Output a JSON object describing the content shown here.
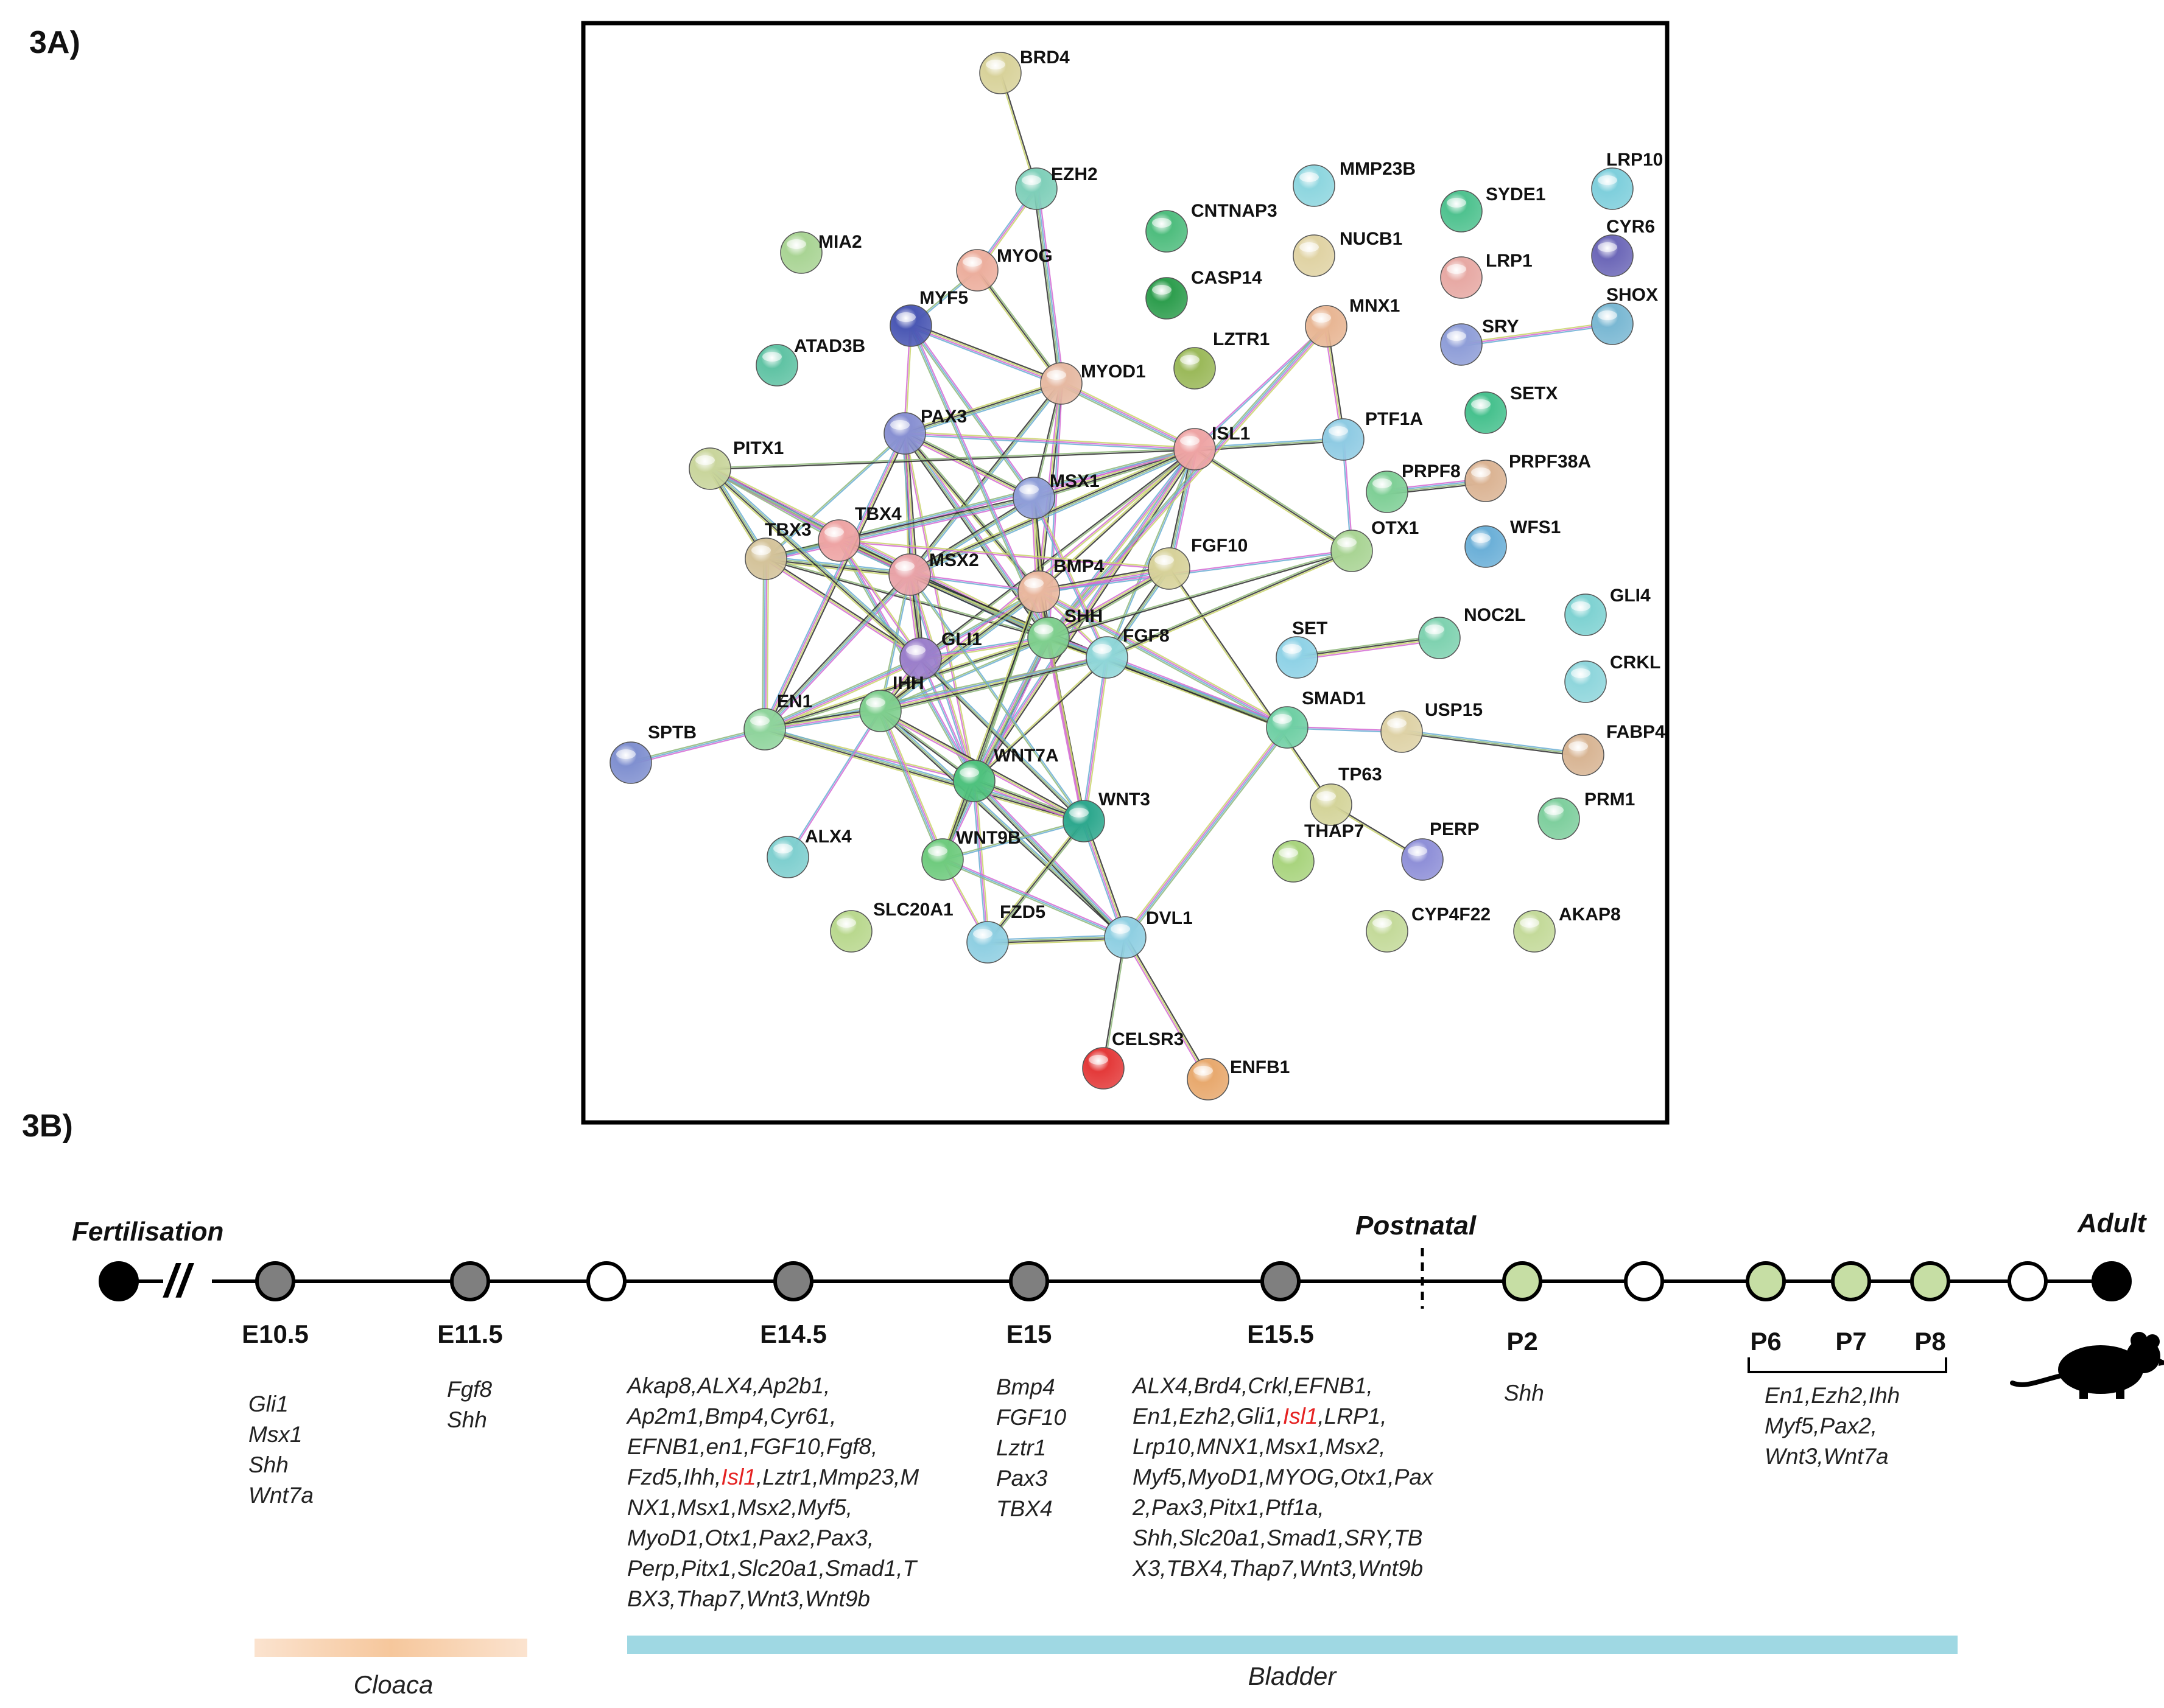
{
  "panels": {
    "a_label": "3A)",
    "b_label": "3B)"
  },
  "network": {
    "highlight_node": "ISL1",
    "highlight_color": "#e52222",
    "nodes": [
      {
        "id": "BRD4",
        "color": "#d8d29a"
      },
      {
        "id": "EZH2",
        "color": "#7fcfb9"
      },
      {
        "id": "MIA2",
        "color": "#a9d494"
      },
      {
        "id": "MYOG",
        "color": "#ecae9d"
      },
      {
        "id": "MYF5",
        "color": "#4b58b4"
      },
      {
        "id": "ATAD3B",
        "color": "#60c3a4"
      },
      {
        "id": "MYOD1",
        "color": "#e6b9a2"
      },
      {
        "id": "CNTNAP3",
        "color": "#4fbd7e"
      },
      {
        "id": "CASP14",
        "color": "#2e9e4e"
      },
      {
        "id": "MMP23B",
        "color": "#8ed6df"
      },
      {
        "id": "NUCB1",
        "color": "#e0d3a4"
      },
      {
        "id": "LZTR1",
        "color": "#9bb95a"
      },
      {
        "id": "MNX1",
        "color": "#e8b694"
      },
      {
        "id": "SYDE1",
        "color": "#4fc28f"
      },
      {
        "id": "LRP1",
        "color": "#e7a9a4"
      },
      {
        "id": "LRP10",
        "color": "#7fcfdc"
      },
      {
        "id": "CYR6",
        "color": "#6d68b8"
      },
      {
        "id": "SRY",
        "color": "#8f9ed8"
      },
      {
        "id": "SHOX",
        "color": "#7ab8d3"
      },
      {
        "id": "PAX3",
        "color": "#8890d2"
      },
      {
        "id": "PITX1",
        "color": "#c9d59c"
      },
      {
        "id": "ISL1",
        "color": "#eea4a4"
      },
      {
        "id": "PTF1A",
        "color": "#8fcbe3"
      },
      {
        "id": "SETX",
        "color": "#47c18e"
      },
      {
        "id": "PRPF8",
        "color": "#7fcf96"
      },
      {
        "id": "PRPF38A",
        "color": "#dbb494"
      },
      {
        "id": "MSX1",
        "color": "#8f9ed8"
      },
      {
        "id": "TBX4",
        "color": "#eea4a4"
      },
      {
        "id": "TBX3",
        "color": "#d4c39a"
      },
      {
        "id": "MSX2",
        "color": "#e9a3a8"
      },
      {
        "id": "BMP4",
        "color": "#e9b79e"
      },
      {
        "id": "FGF10",
        "color": "#d7d29a"
      },
      {
        "id": "OTX1",
        "color": "#a9d494"
      },
      {
        "id": "WFS1",
        "color": "#6cb0d8"
      },
      {
        "id": "GLI4",
        "color": "#7fd2d2"
      },
      {
        "id": "SHH",
        "color": "#7fcf8e"
      },
      {
        "id": "GLI1",
        "color": "#9b7fcb"
      },
      {
        "id": "FGF8",
        "color": "#8fd6d8"
      },
      {
        "id": "SET",
        "color": "#8fd2e6"
      },
      {
        "id": "NOC2L",
        "color": "#7fd2b0"
      },
      {
        "id": "CRKL",
        "color": "#8fd6dc"
      },
      {
        "id": "EN1",
        "color": "#8fd49c"
      },
      {
        "id": "IHH",
        "color": "#7fcf8e"
      },
      {
        "id": "SMAD1",
        "color": "#6fcfa4"
      },
      {
        "id": "USP15",
        "color": "#ded2a6"
      },
      {
        "id": "FABP4",
        "color": "#d8b594"
      },
      {
        "id": "SPTB",
        "color": "#8090d0"
      },
      {
        "id": "WNT7A",
        "color": "#4fc27e"
      },
      {
        "id": "TP63",
        "color": "#d4d49a"
      },
      {
        "id": "PRM1",
        "color": "#7fcf9e"
      },
      {
        "id": "WNT3",
        "color": "#2ea88e"
      },
      {
        "id": "ALX4",
        "color": "#7fcfcf"
      },
      {
        "id": "WNT9B",
        "color": "#6fcb7e"
      },
      {
        "id": "THAP7",
        "color": "#a9d47e"
      },
      {
        "id": "PERP",
        "color": "#8f90d8"
      },
      {
        "id": "SLC20A1",
        "color": "#b9d88e"
      },
      {
        "id": "FZD5",
        "color": "#8fcfe2"
      },
      {
        "id": "DVL1",
        "color": "#8fcfe2"
      },
      {
        "id": "CYP4F22",
        "color": "#c4da9a"
      },
      {
        "id": "AKAP8",
        "color": "#c4da9a"
      },
      {
        "id": "CELSR3",
        "color": "#e43a3a"
      },
      {
        "id": "ENFB1",
        "color": "#e8a96e"
      }
    ],
    "edges": [
      [
        "BRD4",
        "EZH2"
      ],
      [
        "EZH2",
        "MYOG"
      ],
      [
        "EZH2",
        "MYOD1"
      ],
      [
        "MYOG",
        "MYF5"
      ],
      [
        "MYOG",
        "MYOD1"
      ],
      [
        "MYF5",
        "MYOD1"
      ],
      [
        "MYF5",
        "PAX3"
      ],
      [
        "MYF5",
        "MSX1"
      ],
      [
        "MYOD1",
        "PAX3"
      ],
      [
        "MYOD1",
        "MSX1"
      ],
      [
        "MYOD1",
        "BMP4"
      ],
      [
        "MYOD1",
        "ISL1"
      ],
      [
        "MYOD1",
        "SHH"
      ],
      [
        "MYOD1",
        "MSX2"
      ],
      [
        "PAX3",
        "MSX1"
      ],
      [
        "PAX3",
        "MSX2"
      ],
      [
        "PAX3",
        "ISL1"
      ],
      [
        "PAX3",
        "SHH"
      ],
      [
        "PAX3",
        "TBX3"
      ],
      [
        "PAX3",
        "BMP4"
      ],
      [
        "PAX3",
        "GLI1"
      ],
      [
        "PAX3",
        "WNT7A"
      ],
      [
        "PITX1",
        "TBX4"
      ],
      [
        "PITX1",
        "TBX3"
      ],
      [
        "PITX1",
        "ISL1"
      ],
      [
        "PITX1",
        "MSX2"
      ],
      [
        "PITX1",
        "SHH"
      ],
      [
        "ISL1",
        "MNX1"
      ],
      [
        "ISL1",
        "PTF1A"
      ],
      [
        "ISL1",
        "MSX1"
      ],
      [
        "ISL1",
        "BMP4"
      ],
      [
        "ISL1",
        "SHH"
      ],
      [
        "ISL1",
        "FGF10"
      ],
      [
        "ISL1",
        "FGF8"
      ],
      [
        "ISL1",
        "OTX1"
      ],
      [
        "ISL1",
        "WNT7A"
      ],
      [
        "ISL1",
        "IHH"
      ],
      [
        "ISL1",
        "TBX3"
      ],
      [
        "ISL1",
        "MSX2"
      ],
      [
        "ISL1",
        "GLI1"
      ],
      [
        "MNX1",
        "PTF1A"
      ],
      [
        "MNX1",
        "SHH"
      ],
      [
        "PTF1A",
        "OTX1"
      ],
      [
        "MSX1",
        "MSX2"
      ],
      [
        "MSX1",
        "BMP4"
      ],
      [
        "MSX1",
        "SHH"
      ],
      [
        "MSX1",
        "FGF8"
      ],
      [
        "MSX1",
        "TBX3"
      ],
      [
        "TBX4",
        "TBX3"
      ],
      [
        "TBX4",
        "MSX2"
      ],
      [
        "TBX4",
        "SHH"
      ],
      [
        "TBX4",
        "FGF10"
      ],
      [
        "TBX4",
        "WNT7A"
      ],
      [
        "TBX3",
        "MSX2"
      ],
      [
        "TBX3",
        "SHH"
      ],
      [
        "TBX3",
        "GLI1"
      ],
      [
        "TBX3",
        "EN1"
      ],
      [
        "MSX2",
        "BMP4"
      ],
      [
        "MSX2",
        "SHH"
      ],
      [
        "MSX2",
        "GLI1"
      ],
      [
        "MSX2",
        "FGF8"
      ],
      [
        "MSX2",
        "WNT7A"
      ],
      [
        "MSX2",
        "EN1"
      ],
      [
        "MSX2",
        "IHH"
      ],
      [
        "BMP4",
        "SHH"
      ],
      [
        "BMP4",
        "FGF10"
      ],
      [
        "BMP4",
        "FGF8"
      ],
      [
        "BMP4",
        "GLI1"
      ],
      [
        "BMP4",
        "IHH"
      ],
      [
        "BMP4",
        "WNT7A"
      ],
      [
        "BMP4",
        "WNT3"
      ],
      [
        "BMP4",
        "SMAD1"
      ],
      [
        "BMP4",
        "OTX1"
      ],
      [
        "FGF10",
        "FGF8"
      ],
      [
        "FGF10",
        "SHH"
      ],
      [
        "FGF10",
        "TP63"
      ],
      [
        "SHH",
        "GLI1"
      ],
      [
        "SHH",
        "FGF8"
      ],
      [
        "SHH",
        "IHH"
      ],
      [
        "SHH",
        "EN1"
      ],
      [
        "SHH",
        "WNT7A"
      ],
      [
        "SHH",
        "WNT3"
      ],
      [
        "SHH",
        "WNT9B"
      ],
      [
        "SHH",
        "SMAD1"
      ],
      [
        "SHH",
        "OTX1"
      ],
      [
        "GLI1",
        "IHH"
      ],
      [
        "GLI1",
        "EN1"
      ],
      [
        "GLI1",
        "WNT7A"
      ],
      [
        "GLI1",
        "WNT3"
      ],
      [
        "FGF8",
        "IHH"
      ],
      [
        "FGF8",
        "WNT7A"
      ],
      [
        "FGF8",
        "WNT3"
      ],
      [
        "FGF8",
        "SMAD1"
      ],
      [
        "FGF8",
        "EN1"
      ],
      [
        "FGF8",
        "OTX1"
      ],
      [
        "EN1",
        "IHH"
      ],
      [
        "EN1",
        "WNT7A"
      ],
      [
        "EN1",
        "SPTB"
      ],
      [
        "EN1",
        "WNT3"
      ],
      [
        "IHH",
        "WNT7A"
      ],
      [
        "IHH",
        "WNT3"
      ],
      [
        "IHH",
        "WNT9B"
      ],
      [
        "IHH",
        "ALX4"
      ],
      [
        "IHH",
        "DVL1"
      ],
      [
        "WNT7A",
        "WNT3"
      ],
      [
        "WNT7A",
        "WNT9B"
      ],
      [
        "WNT7A",
        "FZD5"
      ],
      [
        "WNT7A",
        "DVL1"
      ],
      [
        "WNT3",
        "WNT9B"
      ],
      [
        "WNT3",
        "FZD5"
      ],
      [
        "WNT3",
        "DVL1"
      ],
      [
        "WNT9B",
        "FZD5"
      ],
      [
        "WNT9B",
        "DVL1"
      ],
      [
        "FZD5",
        "DVL1"
      ],
      [
        "DVL1",
        "CELSR3"
      ],
      [
        "DVL1",
        "ENFB1"
      ],
      [
        "DVL1",
        "SMAD1"
      ],
      [
        "SMAD1",
        "USP15"
      ],
      [
        "USP15",
        "FABP4"
      ],
      [
        "SET",
        "NOC2L"
      ],
      [
        "TP63",
        "PERP"
      ],
      [
        "SRY",
        "SHOX"
      ],
      [
        "PRPF8",
        "PRPF38A"
      ],
      [
        "MSX2",
        "WNT3"
      ],
      [
        "BMP4",
        "WNT9B"
      ],
      [
        "PAX3",
        "EN1"
      ],
      [
        "TBX4",
        "GLI1"
      ],
      [
        "MYF5",
        "SHH"
      ],
      [
        "PITX1",
        "GLI1"
      ]
    ]
  },
  "timeline": {
    "fertilisation": "Fertilisation",
    "postnatal": "Postnatal",
    "adult": "Adult",
    "break_mark": "//",
    "colors": {
      "embryonic": "#7f7f7f",
      "postnatal": "#c6deA4",
      "open": "#ffffff",
      "terminal": "#000000",
      "cloaca": "#f6c79c",
      "bladder": "#9fd8e3"
    },
    "stages": [
      {
        "label": "E10.5",
        "genes": [
          "Gli1",
          "Msx1",
          "Shh",
          "Wnt7a"
        ]
      },
      {
        "label": "E11.5",
        "genes": [
          "Fgf8",
          "Shh"
        ]
      },
      {
        "label": "E14.5",
        "genes": [
          "Akap8,ALX4,Ap2b1,",
          "Ap2m1,Bmp4,Cyr61,",
          "EFNB1,en1,FGF10,Fgf8,",
          "Fzd5,Ihh,|Isl1|,Lztr1,Mmp23,M",
          "NX1,Msx1,Msx2,Myf5,",
          "MyoD1,Otx1,Pax2,Pax3,",
          "Perp,Pitx1,Slc20a1,Smad1,T",
          "BX3,Thap7,Wnt3,Wnt9b"
        ]
      },
      {
        "label": "E15",
        "genes": [
          "Bmp4",
          "FGF10",
          "Lztr1",
          "Pax3",
          "TBX4"
        ]
      },
      {
        "label": "E15.5",
        "genes": [
          "ALX4,Brd4,Crkl,EFNB1,",
          "En1,Ezh2,Gli1,|Isl1|,LRP1,",
          "Lrp10,MNX1,Msx1,Msx2,",
          "Myf5,MyoD1,MYOG,Otx1,Pax",
          "2,Pax3,Pitx1,Ptf1a,",
          "Shh,Slc20a1,Smad1,SRY,TB",
          "X3,TBX4,Thap7,Wnt3,Wnt9b"
        ]
      },
      {
        "label": "P2",
        "genes": [
          "Shh"
        ]
      },
      {
        "label": "P6",
        "genes": []
      },
      {
        "label": "P7",
        "genes": []
      },
      {
        "label": "P8",
        "genes": []
      }
    ],
    "p_group_genes": [
      "En1,Ezh2,Ihh",
      "Myf5,Pax2,",
      "Wnt3,Wnt7a"
    ],
    "regions": {
      "cloaca": "Cloaca",
      "bladder": "Bladder"
    }
  }
}
